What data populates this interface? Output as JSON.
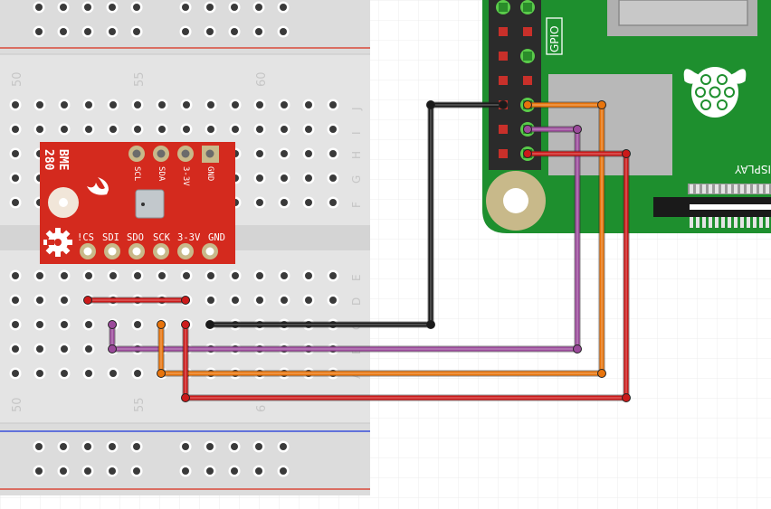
{
  "breadboard": {
    "column_numbers_top": [
      "50",
      "55",
      "60"
    ],
    "column_numbers_bottom": [
      "50",
      "55",
      "6"
    ],
    "row_labels_top": [
      "J",
      "I",
      "H",
      "G",
      "F"
    ],
    "row_labels_bottom": [
      "E",
      "D",
      "C",
      "B",
      "A"
    ]
  },
  "sensor": {
    "title_line1": "BME",
    "title_line2": "280",
    "top_pins": [
      "SCL",
      "SDA",
      "3-3V",
      "GND"
    ],
    "bottom_pins": [
      "!CS",
      "SDI",
      "SDO",
      "SCK",
      "3-3V",
      "GND"
    ]
  },
  "raspberry_pi": {
    "gpio_label": "GPIO",
    "display_label": "ISPLAY"
  },
  "wires": [
    {
      "name": "ground",
      "color": "#1a1a1a"
    },
    {
      "name": "data-orange",
      "color": "#e8740c"
    },
    {
      "name": "clock-purple",
      "color": "#9b4a9b"
    },
    {
      "name": "power-red",
      "color": "#cc1a1a"
    },
    {
      "name": "jumper-red",
      "color": "#cc1a1a"
    }
  ],
  "colors": {
    "pi_board": "#1e8f2e",
    "sensor_board": "#d42a1e",
    "breadboard": "#dddddd"
  }
}
